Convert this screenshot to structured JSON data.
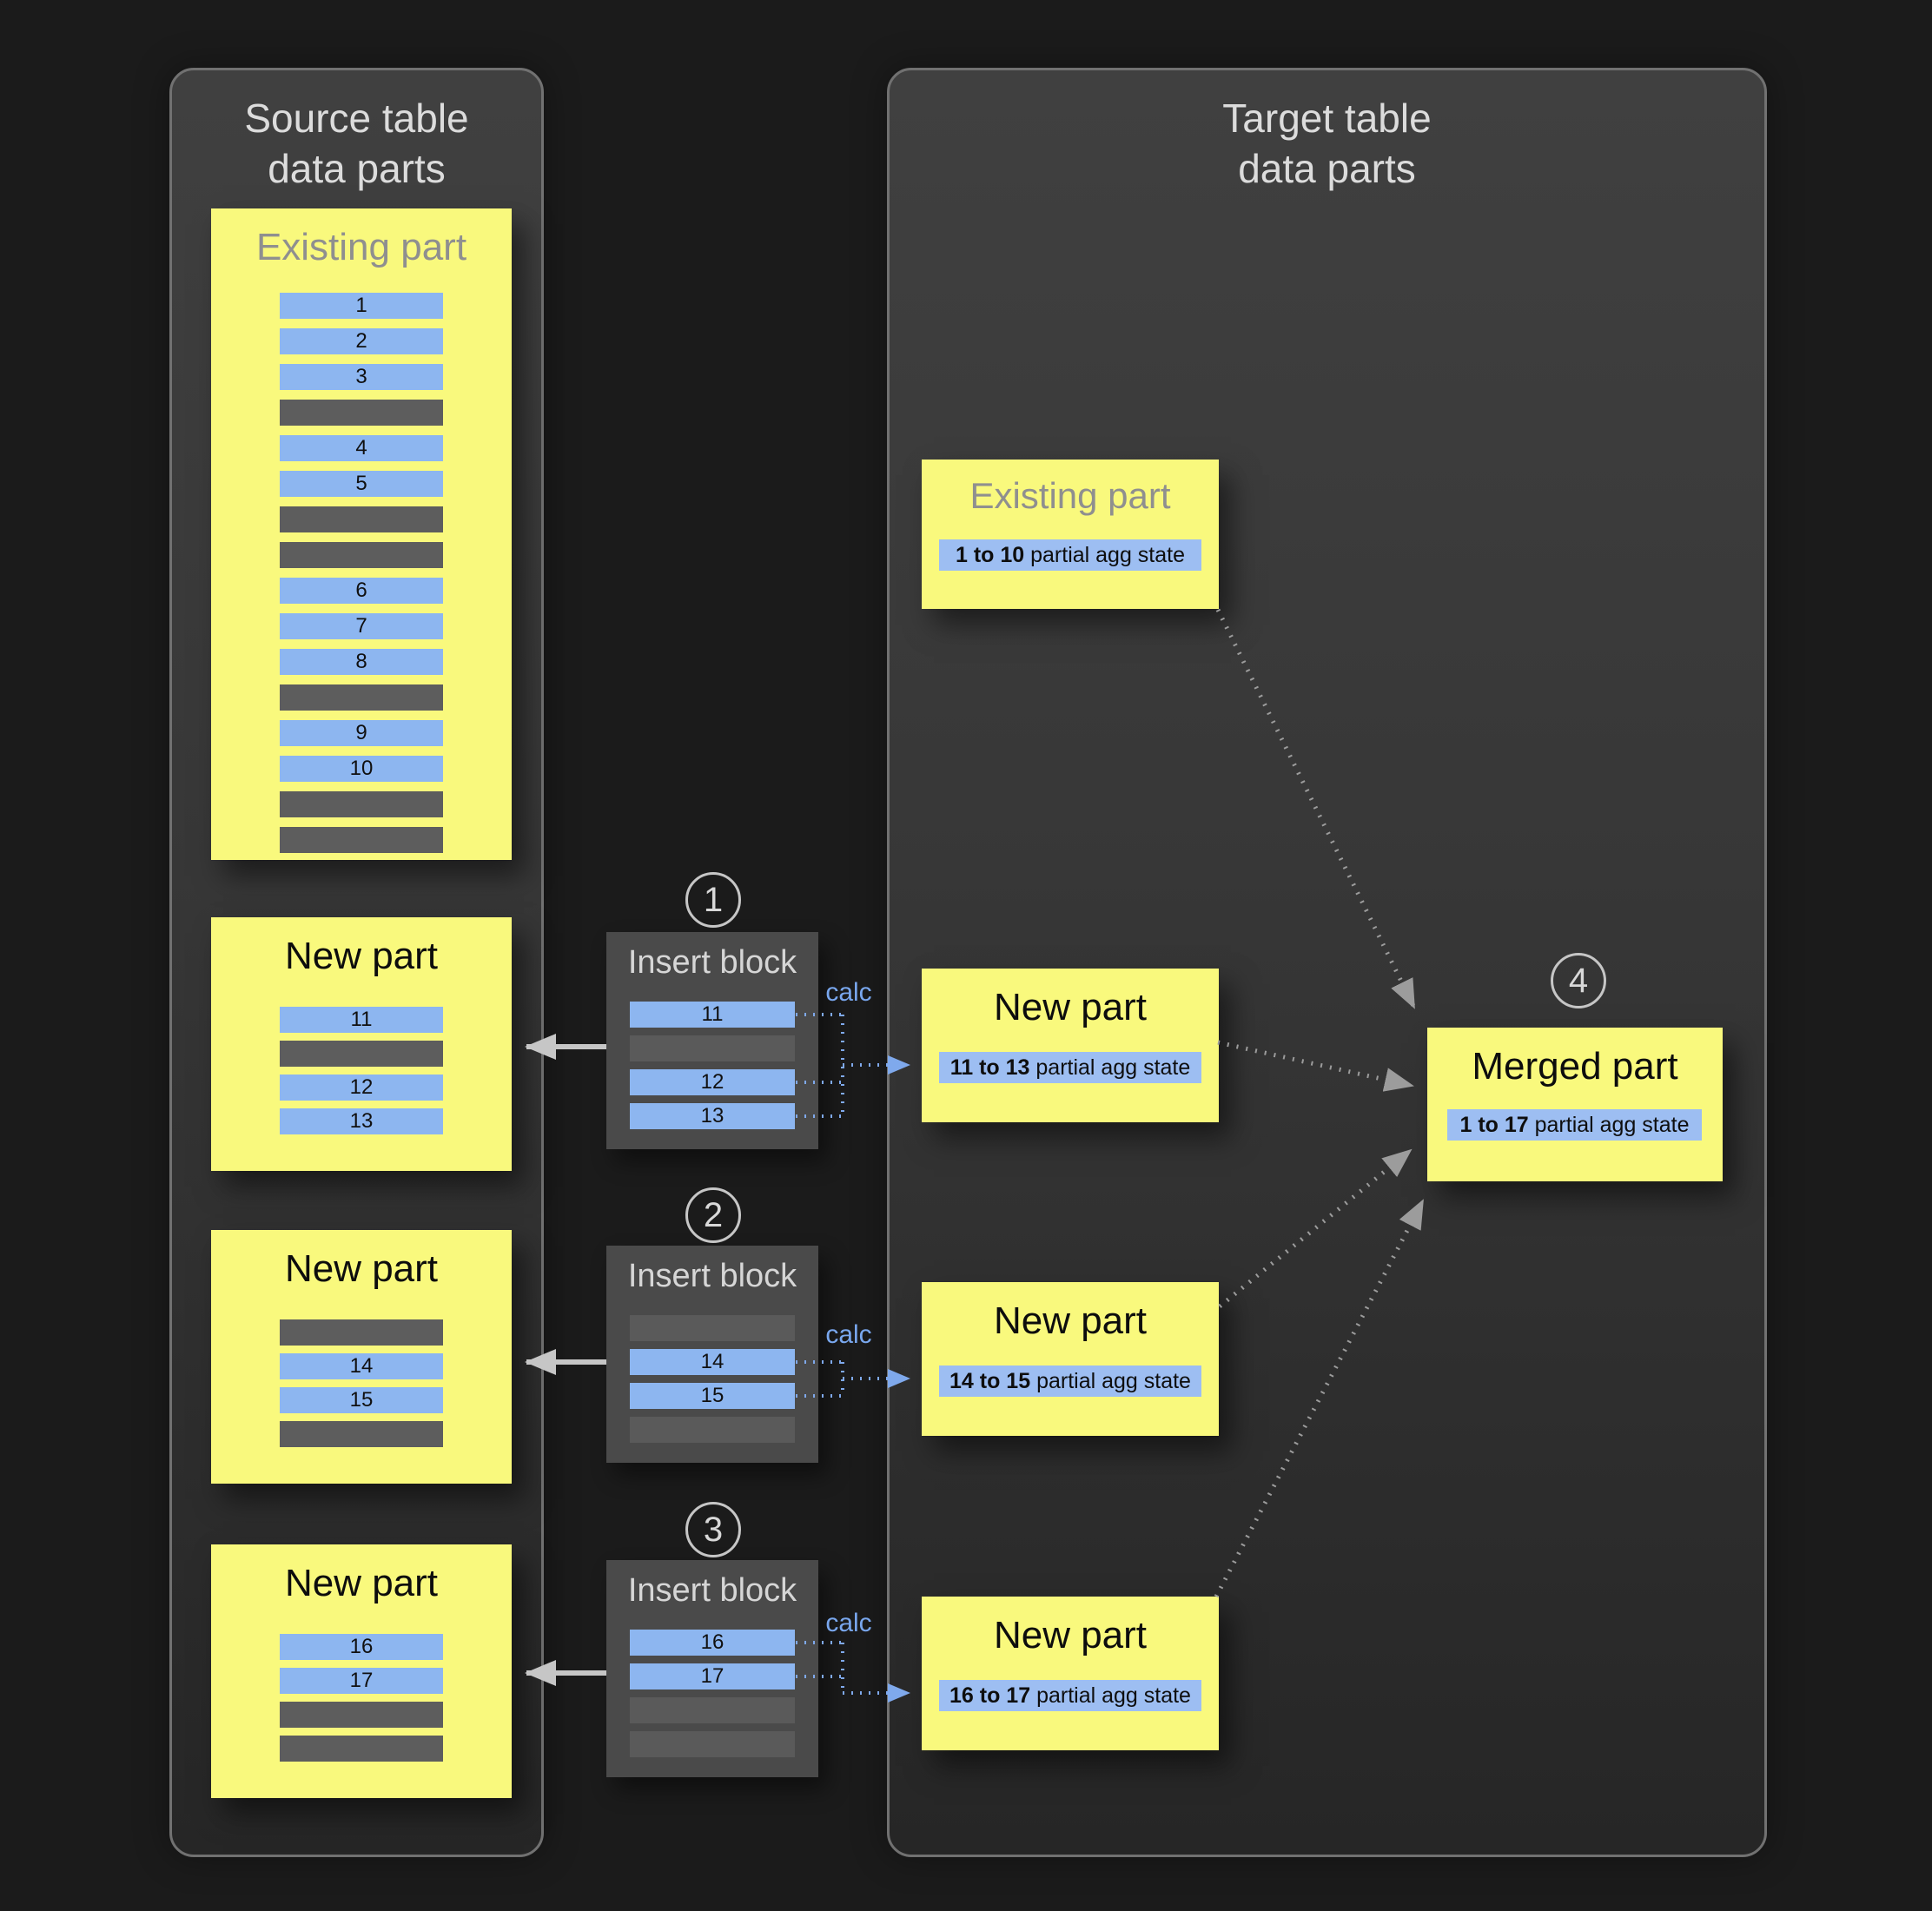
{
  "colors": {
    "background": "#1b1b1b",
    "panel_fill": "#383838",
    "panel_border": "#717171",
    "part_yellow": "#f9f97d",
    "row_blue": "#8db6f0",
    "row_gray": "#5d5d5d",
    "insert_block_gray": "#4a4a4a",
    "band_blue": "#9dbef2",
    "calc_blue": "#79a7ee",
    "solid_arrow_gray": "#c6c6c6",
    "dotted_arrow_gray": "#9c9c9c",
    "muted_title_gray": "#8f8f8f"
  },
  "source_panel": {
    "title": [
      "Source table",
      "data parts"
    ],
    "existing_part": {
      "title": "Existing part",
      "rows": [
        "1",
        "2",
        "3",
        null,
        "4",
        "5",
        null,
        null,
        "6",
        "7",
        "8",
        null,
        "9",
        "10",
        null,
        null
      ]
    },
    "new_parts": [
      {
        "title": "New part",
        "rows": [
          "11",
          null,
          "12",
          "13"
        ]
      },
      {
        "title": "New part",
        "rows": [
          null,
          "14",
          "15",
          null
        ]
      },
      {
        "title": "New part",
        "rows": [
          "16",
          "17",
          null,
          null
        ]
      }
    ]
  },
  "insert_blocks": [
    {
      "step": "1",
      "title": "Insert block",
      "calc": "calc",
      "rows": [
        "11",
        null,
        "12",
        "13"
      ]
    },
    {
      "step": "2",
      "title": "Insert block",
      "calc": "calc",
      "rows": [
        null,
        "14",
        "15",
        null
      ]
    },
    {
      "step": "3",
      "title": "Insert block",
      "calc": "calc",
      "rows": [
        "16",
        "17",
        null,
        null
      ]
    }
  ],
  "target_panel": {
    "title": [
      "Target table",
      "data parts"
    ],
    "existing_part": {
      "title": "Existing part",
      "agg_range": "1 to 10",
      "agg_label": " partial agg state"
    },
    "new_parts": [
      {
        "title": "New part",
        "agg_range": "11 to 13",
        "agg_label": " partial agg state"
      },
      {
        "title": "New part",
        "agg_range": "14 to 15",
        "agg_label": " partial agg state"
      },
      {
        "title": "New part",
        "agg_range": "16 to 17",
        "agg_label": " partial agg state"
      }
    ],
    "merged_part": {
      "step": "4",
      "title": "Merged part",
      "agg_range": "1 to 17",
      "agg_label": " partial agg state"
    }
  }
}
